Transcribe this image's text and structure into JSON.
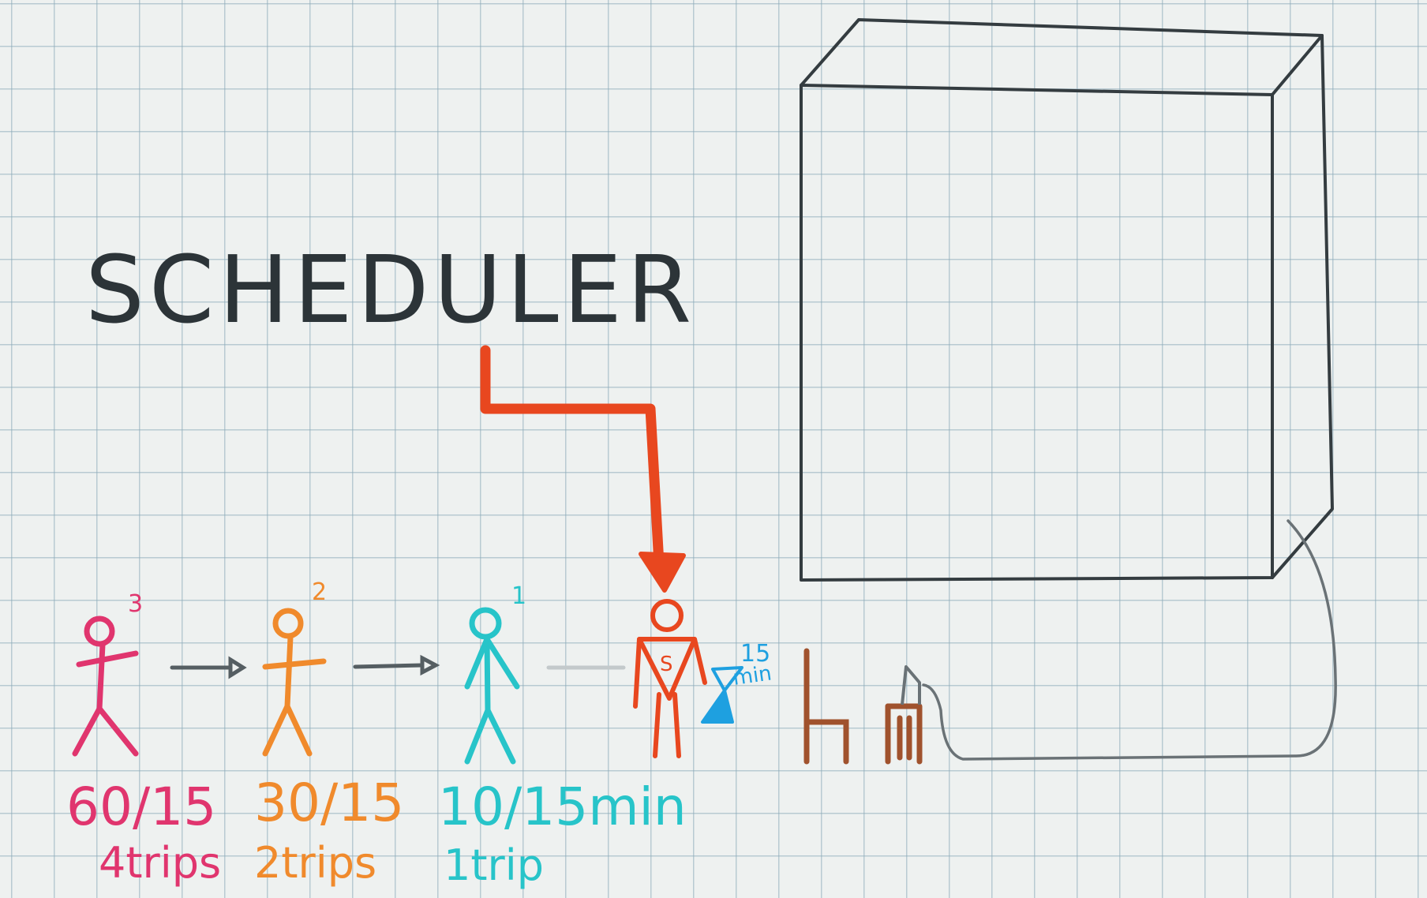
{
  "title": "SCHEDULER",
  "colors": {
    "pencil": "#343c40",
    "pink": "#e0356e",
    "orange": "#f08a2c",
    "cyan": "#27c4c9",
    "red": "#e8471f",
    "blue": "#1ea0e0",
    "brown": "#a0522d",
    "paper": "#eef1f0",
    "grid": "#8caab9"
  },
  "queue": [
    {
      "position": "3",
      "rate": "60/15",
      "trips": "4trips",
      "color": "pink"
    },
    {
      "position": "2",
      "rate": "30/15",
      "trips": "2trips",
      "color": "orange"
    },
    {
      "position": "1",
      "rate": "10/15min",
      "trips": "1trip",
      "color": "cyan"
    }
  ],
  "server": {
    "badge": "S",
    "timer": "15",
    "timer_unit": "min",
    "color": "red"
  },
  "icons": [
    "stick-figure-icon",
    "superhero-figure-icon",
    "hourglass-icon",
    "chair-icon",
    "stool-icon",
    "box-icon",
    "arrow-icon"
  ]
}
